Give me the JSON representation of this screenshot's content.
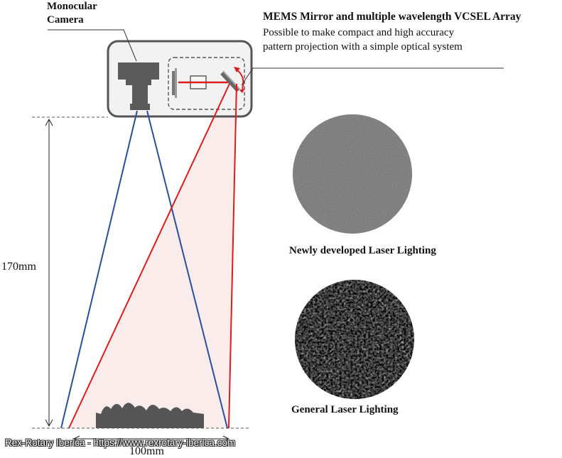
{
  "labels": {
    "camera_title_line1": "Monocular",
    "camera_title_line2": "Camera",
    "mems_title": "MEMS Mirror and multiple wavelength VCSEL Array",
    "mems_desc_line1": "Possible to make compact and high accuracy",
    "mems_desc_line2": "pattern projection with a simple optical system",
    "height_dimension": "170mm",
    "width_dimension": "100mm",
    "new_lighting_caption": "Newly developed Laser Lighting",
    "general_lighting_caption": "General Laser Lighting"
  },
  "watermark": "Rex-Rotary Iberica - https://www.rexrotary-iberica.com",
  "colors": {
    "camera_ray": "#2a4f9e",
    "laser_ray": "#e01b1b",
    "projection_fill": "#fbecec",
    "housing_stroke": "#555555",
    "housing_fill": "#f2f2f2",
    "object": "#555555",
    "speckle_new": "#6e6e6e",
    "speckle_general": "#111111"
  }
}
